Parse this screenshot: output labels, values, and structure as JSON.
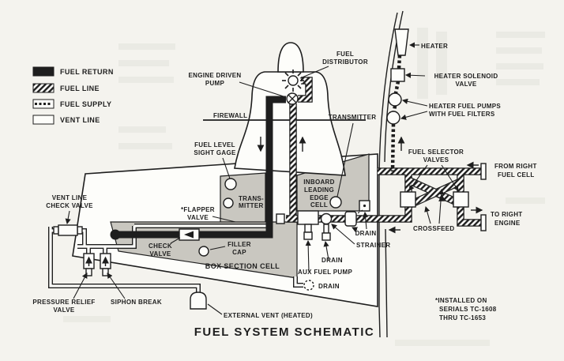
{
  "title": "FUEL SYSTEM SCHEMATIC",
  "footnote": [
    "*INSTALLED ON",
    "SERIALS TC-1608",
    "THRU TC-1653"
  ],
  "legend": {
    "items": [
      {
        "label": "FUEL RETURN",
        "style": "solid-black"
      },
      {
        "label": "FUEL LINE",
        "style": "diagonal-hatch"
      },
      {
        "label": "FUEL SUPPLY",
        "style": "dotted"
      },
      {
        "label": "VENT LINE",
        "style": "open"
      }
    ]
  },
  "labels": {
    "engine_driven_pump": [
      "ENGINE DRIVEN",
      "PUMP"
    ],
    "fuel_distributor": [
      "FUEL",
      "DISTRIBUTOR"
    ],
    "firewall": "FIREWALL",
    "transmitter": "TRANSMITTER",
    "fuel_level_sight_gage": [
      "FUEL LEVEL",
      "SIGHT GAGE"
    ],
    "heater": "HEATER",
    "heater_solenoid_valve": [
      "HEATER SOLENOID",
      "VALVE"
    ],
    "heater_fuel_pumps": [
      "HEATER FUEL PUMPS",
      "WITH FUEL FILTERS"
    ],
    "fuel_selector_valves": [
      "FUEL SELECTOR",
      "VALVES"
    ],
    "from_right_fuel_cell": [
      "FROM RIGHT",
      "FUEL CELL"
    ],
    "to_right_engine": [
      "TO RIGHT",
      "ENGINE"
    ],
    "crossfeed": "CROSSFEED",
    "inboard_leading_edge_cell": [
      "INBOARD",
      "LEADING",
      "EDGE",
      "CELL"
    ],
    "vent_line_check_valve": [
      "VENT LINE",
      "CHECK VALVE"
    ],
    "flapper_valve": [
      "*FLAPPER",
      "VALVE"
    ],
    "trans_mitter": [
      "TRANS-",
      "MITTER"
    ],
    "check_valve": [
      "CHECK",
      "VALVE"
    ],
    "filler_cap": [
      "FILLER",
      "CAP"
    ],
    "box_section_cell": "BOX SECTION CELL",
    "drain_upper": "DRAIN",
    "strainer": "STRAINER",
    "drain_mid": "DRAIN",
    "aux_fuel_pump": "AUX FUEL PUMP",
    "drain_bottom": "DRAIN",
    "pressure_relief_valve": [
      "PRESSURE RELIEF",
      "VALVE"
    ],
    "siphon_break": "SIPHON BREAK",
    "external_vent": "EXTERNAL VENT (HEATED)"
  },
  "colors": {
    "ink": "#1e1e1e",
    "paper": "#f4f3ee",
    "cell_shade": "#c9c7c0"
  }
}
